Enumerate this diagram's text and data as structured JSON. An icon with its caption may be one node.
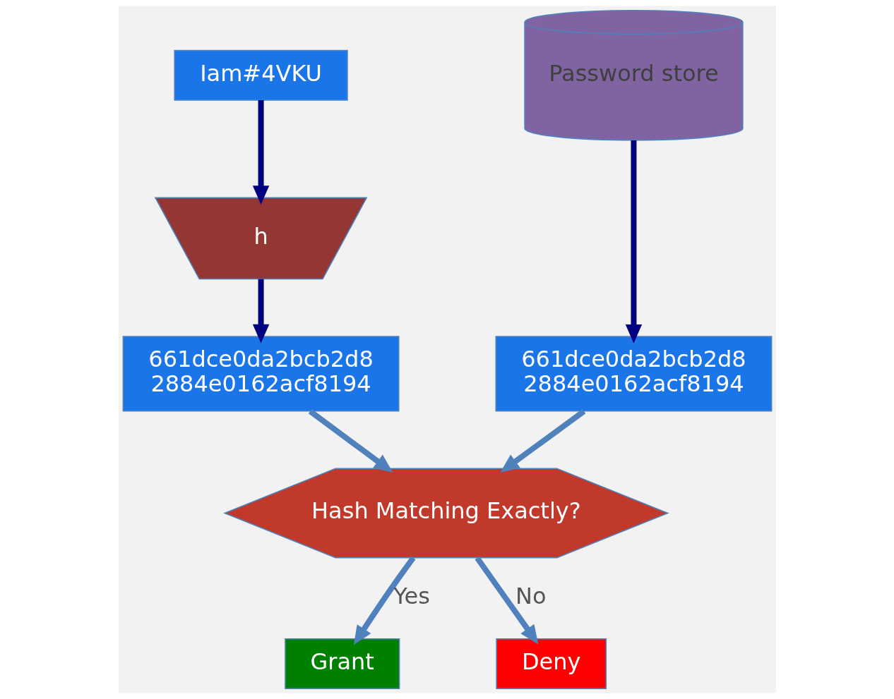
{
  "diagram": {
    "nodes": [
      {
        "text": [
          "Iam#4VKU"
        ]
      },
      {
        "text": [
          "h"
        ]
      },
      {
        "text": [
          "661dce0da2bcb2d8 2884e0162acf8194"
        ]
      },
      {
        "text": [
          "Password store"
        ]
      },
      {
        "text": [
          "661dce0da2bcb2d8 2884e0162acf8194"
        ]
      },
      {
        "text": [
          "Hash Matching Exactly?"
        ]
      },
      {
        "text": [
          "Grant"
        ]
      },
      {
        "text": [
          "Deny"
        ]
      }
    ],
    "edges": [
      {
        "from": 0,
        "to": 1,
        "arrow": "to",
        "color": "#000080"
      },
      {
        "from": 1,
        "to": 2,
        "arrow": "to",
        "color": "#000080"
      },
      {
        "from": 3,
        "to": 4,
        "arrow": "to",
        "color": "#000080"
      },
      {
        "from": 2,
        "to": 5,
        "arrow": "to"
      },
      {
        "from": 4,
        "to": 5,
        "arrow": "to"
      },
      {
        "from": 5,
        "to": 6,
        "arrow": "to",
        "label": "Yes"
      },
      {
        "from": 5,
        "to": 7,
        "arrow": "to",
        "label": "No"
      }
    ]
  }
}
